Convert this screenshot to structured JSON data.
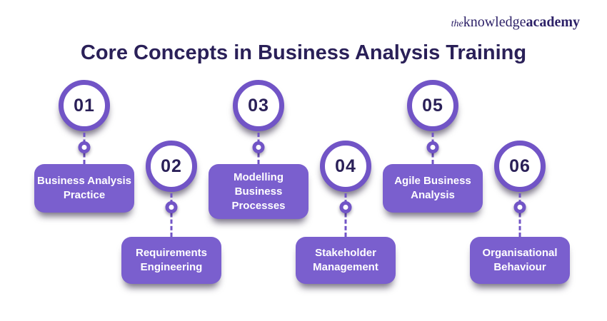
{
  "logo": {
    "the": "the",
    "knowledge": "knowledge",
    "academy": "academy"
  },
  "title": "Core Concepts in Business Analysis Training",
  "colors": {
    "purple": "#7154C6",
    "box_purple": "#7A5FCE",
    "dark_navy": "#2A2058",
    "logo_indigo": "#2D2168",
    "background": "#FFFFFF",
    "label_text": "#FFFFFF"
  },
  "items": [
    {
      "number": "01",
      "label": "Business Analysis Practice",
      "label_lines": [
        "Business Analysis",
        "Practice"
      ]
    },
    {
      "number": "02",
      "label": "Requirements Engineering",
      "label_lines": [
        "Requirements",
        "Engineering"
      ]
    },
    {
      "number": "03",
      "label": "Modelling Business Processes",
      "label_lines": [
        "Modelling",
        "Business",
        "Processes"
      ]
    },
    {
      "number": "04",
      "label": "Stakeholder Management",
      "label_lines": [
        "Stakeholder",
        "Management"
      ]
    },
    {
      "number": "05",
      "label": "Agile Business Analysis",
      "label_lines": [
        "Agile Business",
        "Analysis"
      ]
    },
    {
      "number": "06",
      "label": "Organisational Behaviour",
      "label_lines": [
        "Organisational",
        "Behaviour"
      ]
    }
  ]
}
